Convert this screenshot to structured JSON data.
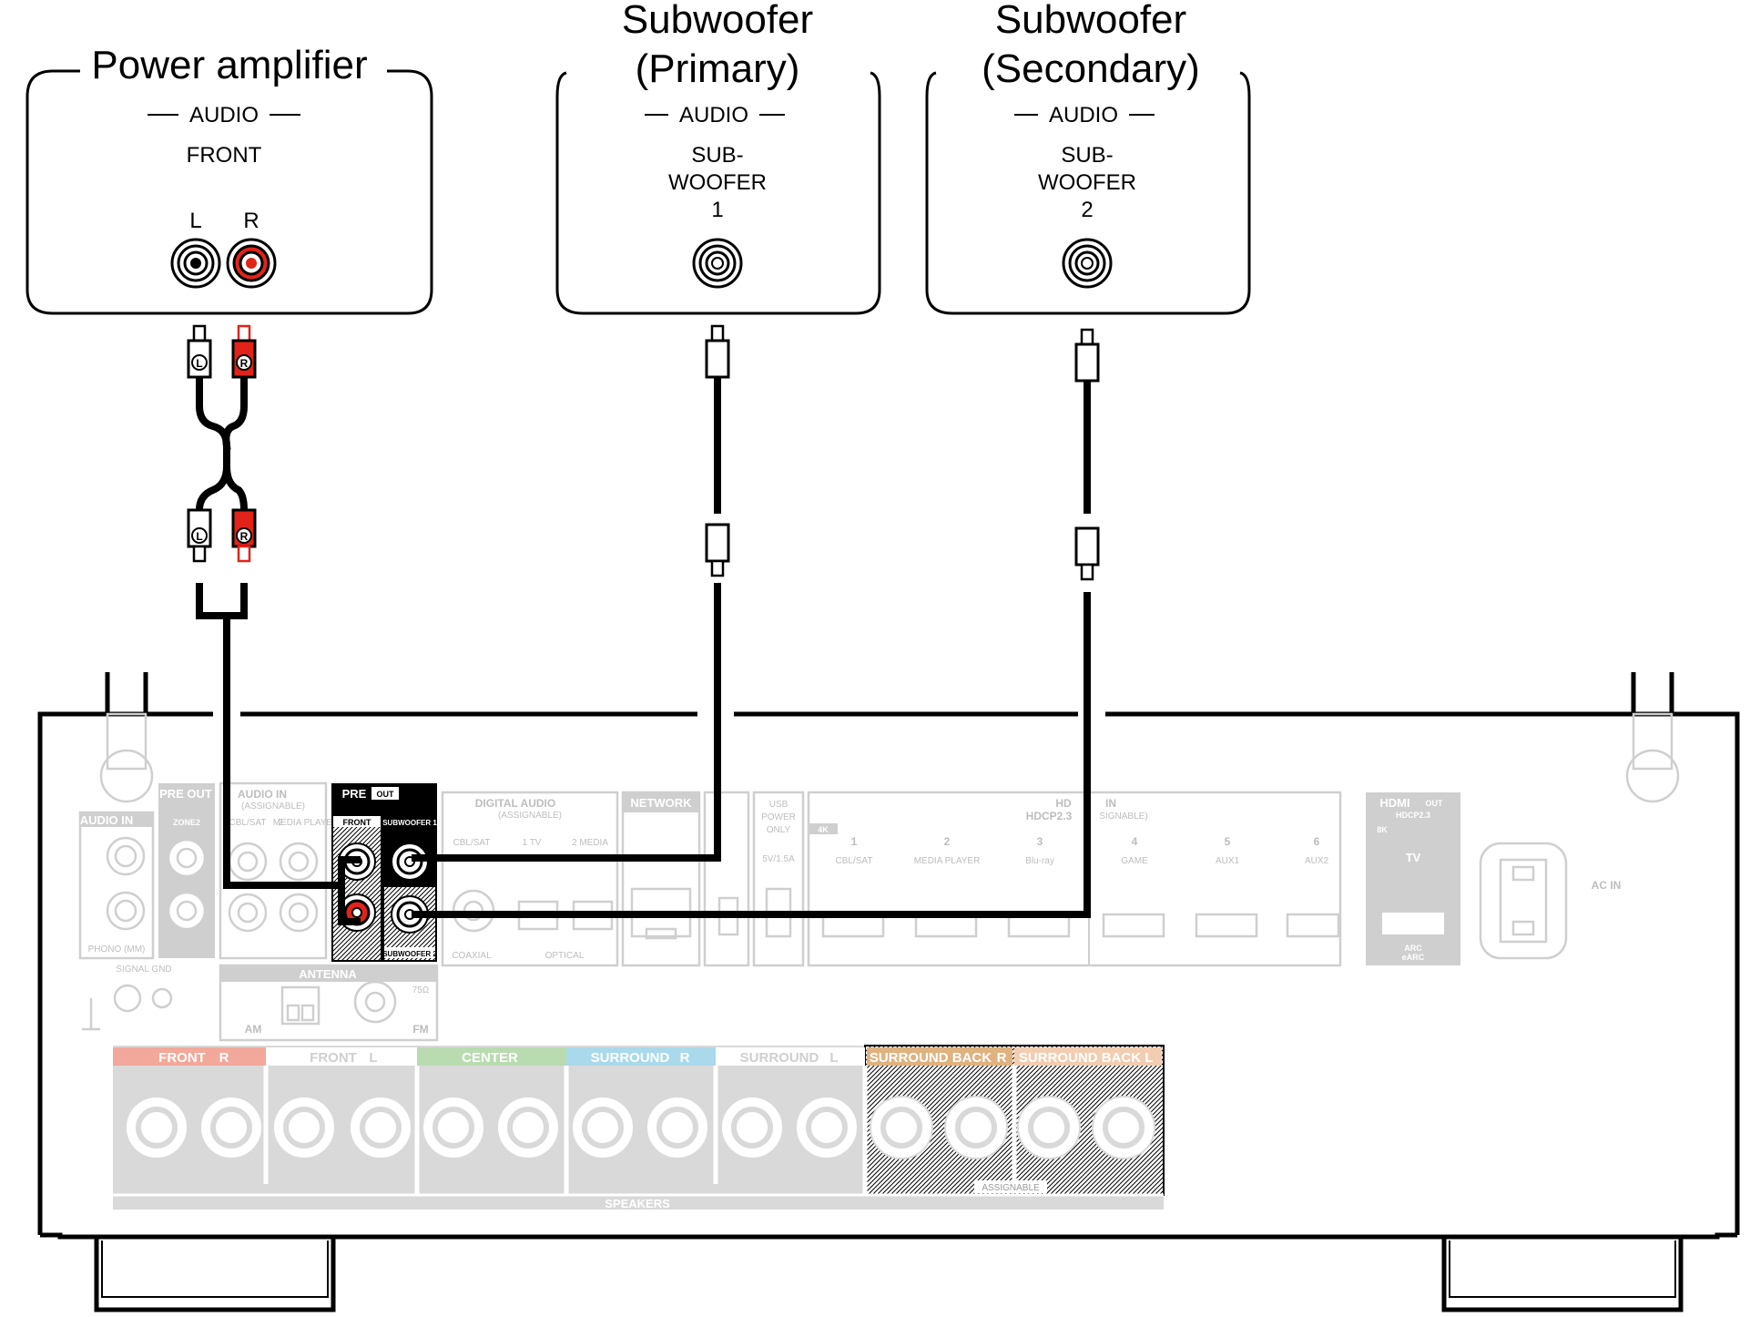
{
  "devices": {
    "power_amp": {
      "title": "Power amplifier",
      "group": "AUDIO",
      "section": "FRONT",
      "jack_l": "L",
      "jack_r": "R"
    },
    "sub_primary": {
      "title_line1": "Subwoofer",
      "title_line2": "(Primary)",
      "group": "AUDIO",
      "label_line1": "SUB-",
      "label_line2": "WOOFER",
      "label_line3": "1"
    },
    "sub_secondary": {
      "title_line1": "Subwoofer",
      "title_line2": "(Secondary)",
      "group": "AUDIO",
      "label_line1": "SUB-",
      "label_line2": "WOOFER",
      "label_line3": "2"
    }
  },
  "plugs": {
    "left": "L",
    "right": "R"
  },
  "receiver": {
    "audio_in": "AUDIO IN",
    "in_badge": "IN",
    "out_badge": "OUT",
    "phono": "PHONO (MM)",
    "signal_gnd": "SIGNAL GND",
    "pre_out_zone2": "PRE OUT",
    "zone2": "ZONE2",
    "audio_in_assignable": "AUDIO IN",
    "assignable": "(ASSIGNABLE)",
    "cbl_sat": "CBL/SAT",
    "media_player_num": "2",
    "media_player": "MEDIA PLAYER",
    "pre_out_main_pre": "PRE",
    "pre_out_main_out": "OUT",
    "front": "FRONT",
    "subwoofer1": "SUBWOOFER 1",
    "subwoofer2": "SUBWOOFER 2",
    "antenna": "ANTENNA",
    "am": "AM",
    "fm": "FM",
    "ohm": "75Ω",
    "digital_audio": "DIGITAL AUDIO",
    "digital_assignable": "(ASSIGNABLE)",
    "d_cbl_sat": "CBL/SAT",
    "d_tv": "1   TV",
    "d_media": "2 MEDIA",
    "coaxial": "COAXIAL",
    "optical": "OPTICAL",
    "network": "NETWORK",
    "usb_l1": "USB",
    "usb_l2": "POWER",
    "usb_l3": "ONLY",
    "usb_rating": "5V/1.5A",
    "hd_label": "HD",
    "hdcp": "HDCP2.3",
    "hdmi_in": "IN",
    "hdmi_assignable": "SIGNABLE)",
    "k4": "4K",
    "k8": "8K",
    "hdmi_inputs": [
      {
        "num": "1",
        "name": "CBL/SAT"
      },
      {
        "num": "2",
        "name": "MEDIA PLAYER"
      },
      {
        "num": "3",
        "name": "Blu-ray"
      },
      {
        "num": "4",
        "name": "GAME"
      },
      {
        "num": "5",
        "name": "AUX1"
      },
      {
        "num": "6",
        "name": "AUX2"
      }
    ],
    "hdmi_out": "HDMI",
    "hdmi_out_badge": "OUT",
    "hdmi_out_hdcp": "HDCP2.3",
    "tv": "TV",
    "arc": "ARC",
    "earc": "eARC",
    "ac_in": "AC IN",
    "speakers": "SPEAKERS",
    "assignable_spk": "ASSIGNABLE",
    "speaker_groups": [
      {
        "name": "FRONT",
        "side": "R",
        "color": "#f2a89a"
      },
      {
        "name": "FRONT",
        "side": "L",
        "color": "#d9d9d9"
      },
      {
        "name": "CENTER",
        "side": "",
        "color": "#b9dbb0"
      },
      {
        "name": "SURROUND",
        "side": "R",
        "color": "#a9d9ea"
      },
      {
        "name": "SURROUND",
        "side": "L",
        "color": "#d9d9d9"
      },
      {
        "name": "SURROUND BACK",
        "side": "R",
        "color": "#e0b27f"
      },
      {
        "name": "SURROUND BACK",
        "side": "L",
        "color": "#f2cdb1"
      }
    ]
  },
  "colors": {
    "cable": "#000000",
    "red_jack": "#e2231a",
    "panel_gray": "#cfcfcf"
  }
}
